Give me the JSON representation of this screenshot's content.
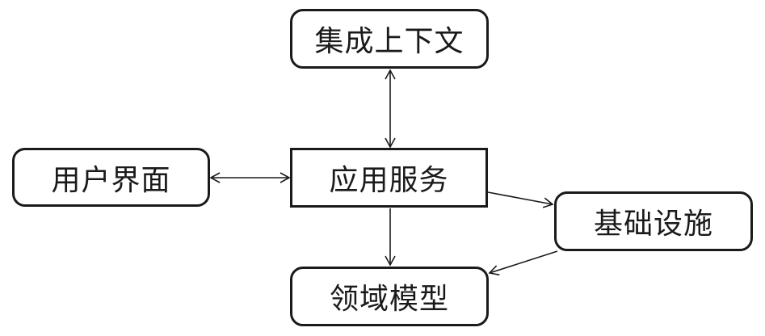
{
  "diagram": {
    "nodes": {
      "context": "集成上下文",
      "ui": "用户界面",
      "app": "应用服务",
      "infra": "基础设施",
      "domain": "领域模型"
    },
    "edges": [
      {
        "from": "app",
        "to": "context",
        "direction": "both"
      },
      {
        "from": "ui",
        "to": "app",
        "direction": "both"
      },
      {
        "from": "app",
        "to": "infra",
        "direction": "forward"
      },
      {
        "from": "app",
        "to": "domain",
        "direction": "forward"
      },
      {
        "from": "infra",
        "to": "domain",
        "direction": "forward"
      }
    ],
    "colors": {
      "stroke": "#1a1a1a",
      "fill": "#ffffff"
    }
  }
}
